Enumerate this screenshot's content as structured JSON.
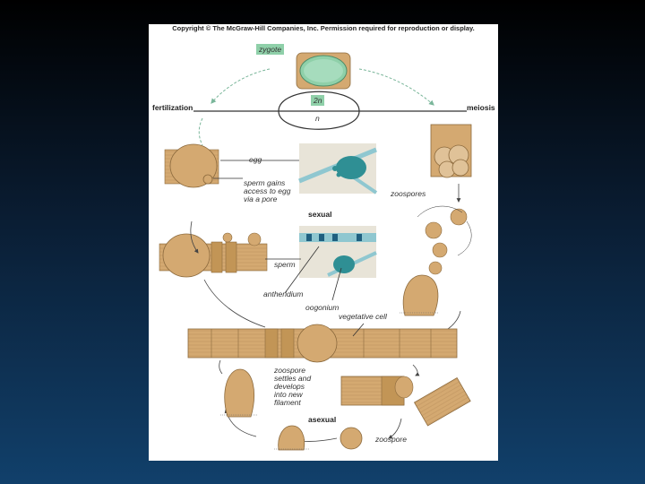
{
  "copyright": "Copyright © The McGraw-Hill Companies, Inc. Permission required for reproduction or display.",
  "labels": {
    "zygote": "zygote",
    "two_n": "2n",
    "n": "n",
    "fertilization": "fertilization",
    "meiosis": "meiosis",
    "egg": "egg",
    "sperm_gains": [
      "sperm gains",
      "access to egg",
      "via a pore"
    ],
    "sexual": "sexual",
    "zoospores": "zoospores",
    "sperm": "sperm",
    "antheridium": "antheridium",
    "oogonium": "oogonium",
    "vegetative_cell": "vegetative cell",
    "zoospore_settles": [
      "zoospore",
      "settles and",
      "develops",
      "into new",
      "filament"
    ],
    "asexual": "asexual",
    "zoospore": "zoospore"
  },
  "colors": {
    "cell_tan": "#d4a971",
    "cell_tan_dark": "#b78a52",
    "zygote_green": "#8fd0a9",
    "micrograph_teal": "#2f8f94",
    "micrograph_bg": "#e8e4d8",
    "arrow_green": "#7ab69a"
  }
}
